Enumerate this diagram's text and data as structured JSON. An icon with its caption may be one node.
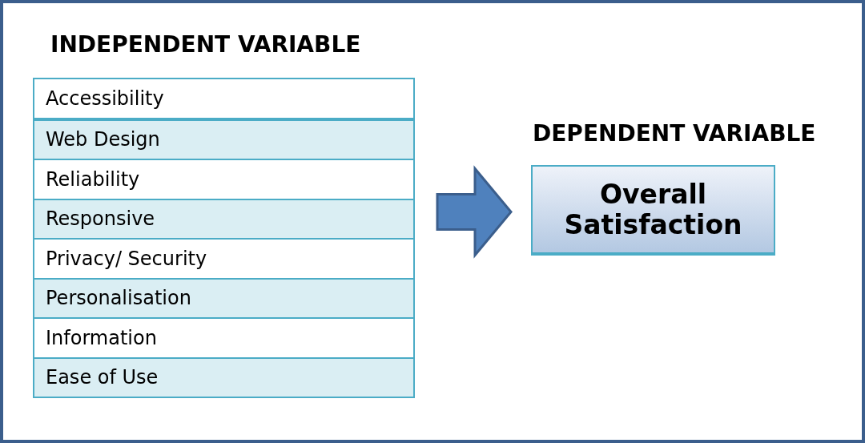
{
  "diagram": {
    "nodes": [
      {
        "text": [
          "INDEPENDENT VARIABLE"
        ]
      },
      {
        "text": [
          "Accessibility"
        ],
        "in": 0
      },
      {
        "text": [
          "Web Design"
        ],
        "in": 0
      },
      {
        "text": [
          "Reliability"
        ],
        "in": 0
      },
      {
        "text": [
          "Responsive"
        ],
        "in": 0
      },
      {
        "text": [
          "Privacy/ Security"
        ],
        "in": 0
      },
      {
        "text": [
          "Personalisation"
        ],
        "in": 0
      },
      {
        "text": [
          "Information"
        ],
        "in": 0
      },
      {
        "text": [
          "Ease of Use"
        ],
        "in": 0
      },
      {
        "text": [
          "DEPENDENT VARIABLE",
          "Overall Satisfaction"
        ]
      }
    ],
    "edges": [
      {
        "from": 0,
        "to": 9,
        "arrow": "to",
        "style": "thick"
      }
    ]
  }
}
